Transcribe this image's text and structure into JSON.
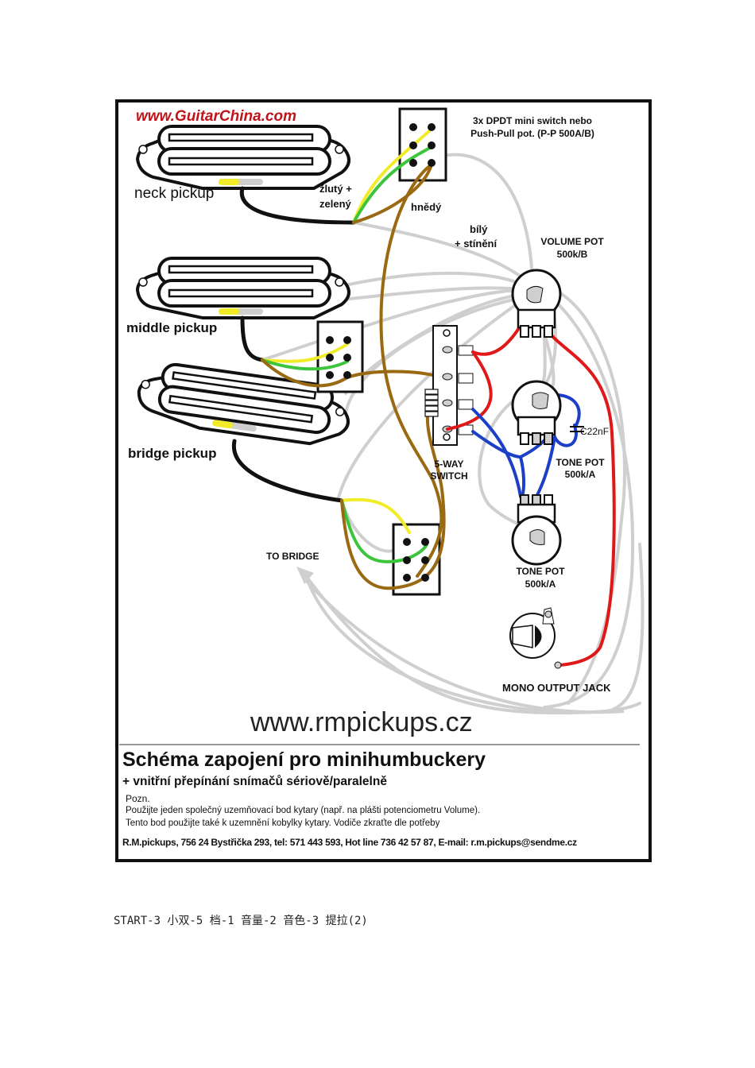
{
  "diagram": {
    "watermark_top": "www.GuitarChina.com",
    "site_url": "www.rmpickups.cz",
    "pickups": {
      "neck": "neck pickup",
      "middle": "middle pickup",
      "bridge": "bridge pickup"
    },
    "wire_labels": {
      "yellow_green_line1": "žlutý +",
      "yellow_green_line2": "zelený",
      "brown": "hnědý",
      "white_line1": "bílý",
      "white_line2": "+ stínění"
    },
    "mini_switch_note_line1": "3x DPDT mini switch nebo",
    "mini_switch_note_line2": "Push-Pull pot. (P-P 500A/B)",
    "volume_pot": {
      "line1": "VOLUME POT",
      "line2": "500k/B"
    },
    "tone_pot_1": {
      "line1": "TONE POT",
      "line2": "500k/A"
    },
    "tone_pot_2": {
      "line1": "TONE POT",
      "line2": "500k/A"
    },
    "capacitor": "C22nF",
    "switch_5way": {
      "line1": "5-WAY",
      "line2": "SWITCH"
    },
    "to_bridge": "TO BRIDGE",
    "output_jack": "MONO OUTPUT JACK",
    "wire_colors": {
      "yellow": "#f2ec28",
      "green": "#3cc43c",
      "brown": "#9a6a12",
      "white_gray": "#cfcfcf",
      "red": "#e01818",
      "blue": "#1c3fc8",
      "black": "#111111",
      "red_brand": "#c0141a"
    },
    "title": "Schéma zapojení pro minihumbuckery",
    "subtitle": "+ vnitřní přepínání snímačů sériově/paralelně",
    "note_heading": "Pozn.",
    "note_line1": "Použijte jeden společný uzemňovací bod kytary  (např. na plášti potenciometru Volume).",
    "note_line2": "Tento bod použijte také k uzemnění  kobylky kytary. Vodiče  zkraťte dle potřeby",
    "contact": "R.M.pickups, 756 24 Bystřička 293, tel: 571 443 593, Hot line 736 42 57 87, E-mail: r.m.pickups@sendme.cz"
  },
  "caption": "START-3 小双-5 档-1 音量-2 音色-3 提拉(2)"
}
